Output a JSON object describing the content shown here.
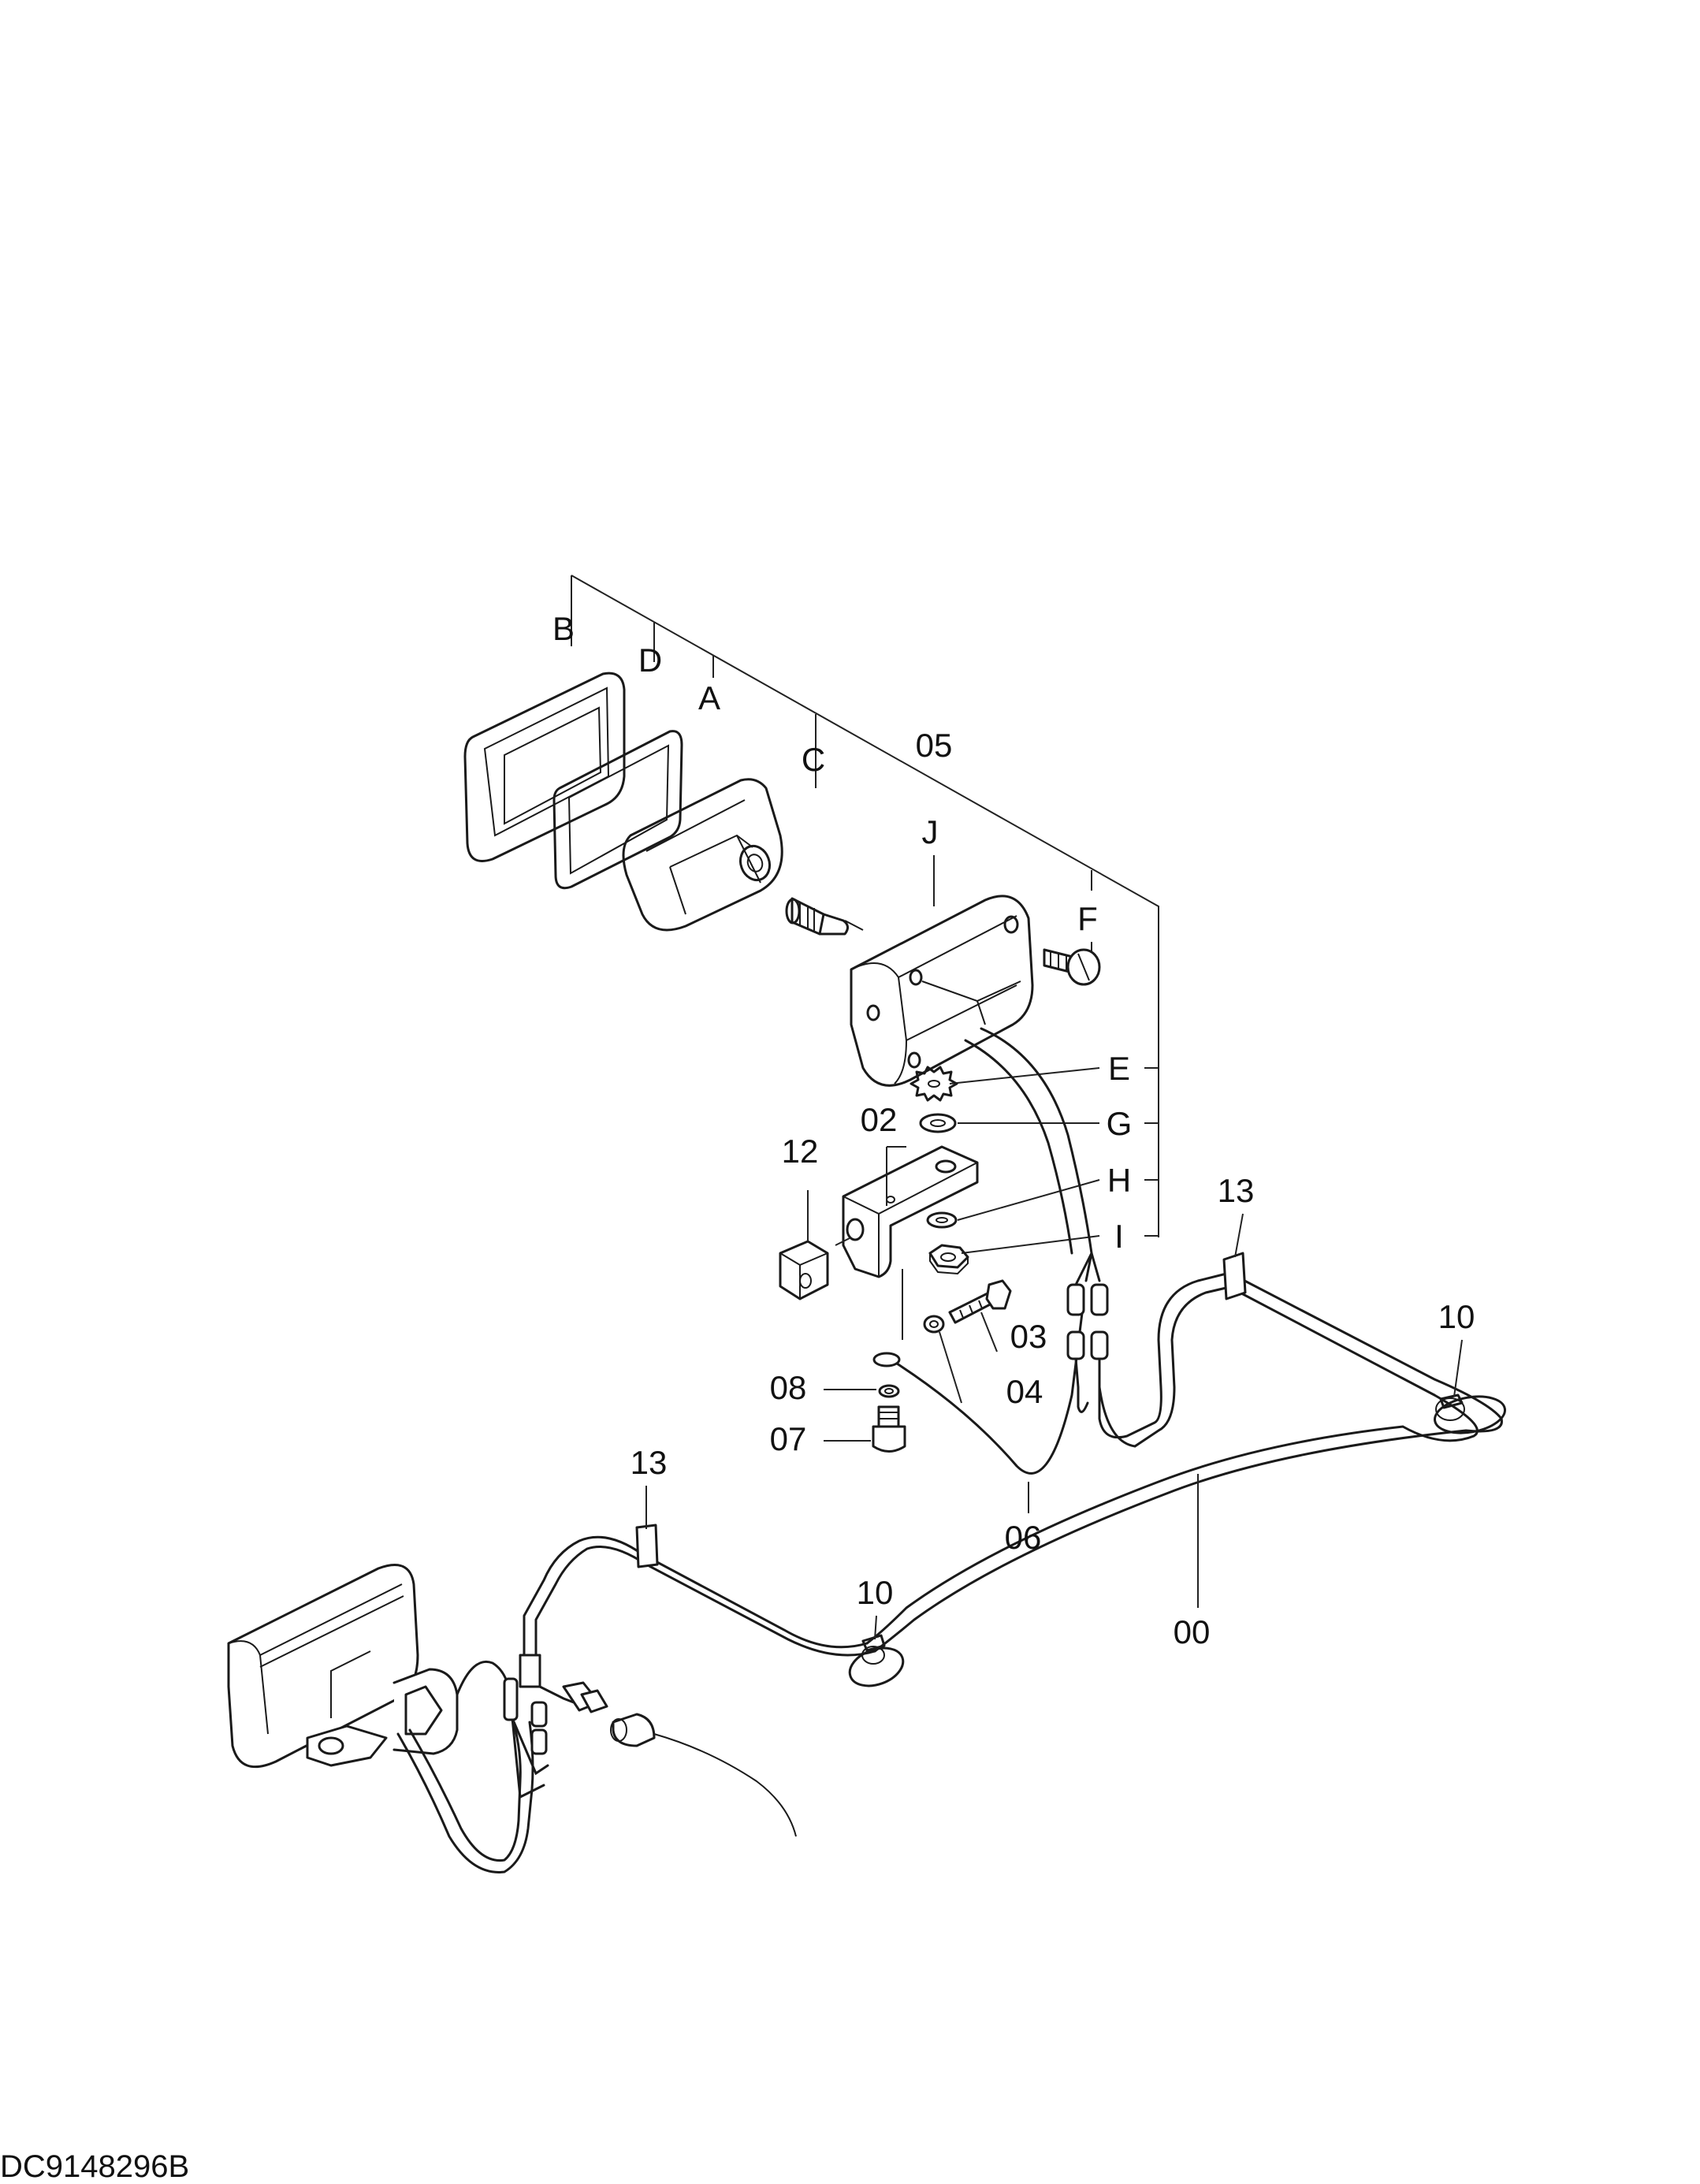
{
  "callouts": {
    "B": "B",
    "D": "D",
    "A": "A",
    "C": "C",
    "p05": "05",
    "J": "J",
    "F": "F",
    "E": "E",
    "G": "G",
    "H": "H",
    "I": "I",
    "p02": "02",
    "p12": "12",
    "p03": "03",
    "p04": "04",
    "p08": "08",
    "p07": "07",
    "p06": "06",
    "p13a": "13",
    "p13b": "13",
    "p10a": "10",
    "p10b": "10",
    "p00": "00"
  },
  "document_id": "DC9148296B"
}
